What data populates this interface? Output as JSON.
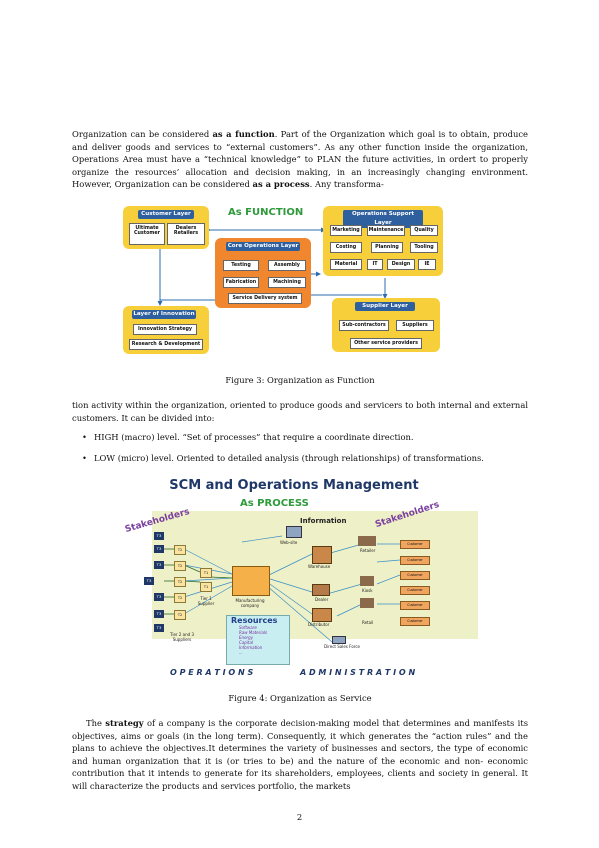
{
  "paragraph1": {
    "t1": "Organization can be considered ",
    "b1": "as a function",
    "t2": ". Part of the Organization which goal is to obtain, produce and deliver goods and services to “external customers”. As any other function inside the organization, Operations Area must have a “technical knowledge” to PLAN the future activities, in ordert to properly organize the resources’ allocation and decision making, in an increasingly changing environment. However, Organization can be considered ",
    "b2": "as a process",
    "t3": ". Any transforma-"
  },
  "figure3": {
    "caption": "Figure 3: Organization as Function",
    "title": "As FUNCTION",
    "customer_layer": {
      "header": "Customer Layer",
      "items": [
        "Ultimate Customer",
        "Dealers Retailers"
      ]
    },
    "core_layer": {
      "header": "Core Operations Layer",
      "items": [
        "Testing",
        "Assembly",
        "Fabrication",
        "Machining",
        "Service Delivery system"
      ]
    },
    "ops_support_layer": {
      "header": "Operations Support Layer",
      "items": [
        "Marketing",
        "Maintenance",
        "Quality",
        "Costing",
        "Planning",
        "Tooling",
        "Material",
        "IT",
        "Design",
        "IE"
      ]
    },
    "innovation_layer": {
      "header": "Layer of Innovation",
      "items": [
        "Innovation Strategy",
        "Research & Development"
      ]
    },
    "supplier_layer": {
      "header": "Supplier Layer",
      "items": [
        "Sub-contractors",
        "Suppliers",
        "Other service providers"
      ]
    }
  },
  "paragraph2": "tion activity within the organization, oriented to produce goods and servicers to both internal and external customers. It can be divided into:",
  "bullets": [
    "HIGH (macro) level. “Set of processes” that require a coordinate direction.",
    "LOW (micro) level. Oriented to detailed analysis (through relationships) of transformations."
  ],
  "figure4": {
    "caption": "Figure 4: Organization as Service",
    "title": "SCM and Operations Management",
    "subtitle": "As PROCESS",
    "stakeholders_left": "Stakeholders",
    "stakeholders_right": "Stakeholders",
    "information": "Information",
    "website": "Web-site",
    "manufacturing": "Manufacturing company",
    "tier1": "Tier 1 Supplier",
    "tier23": "Tier 2 and 3 Suppliers",
    "warehouse": "Warehouse",
    "dealer": "Dealer",
    "distributor": "Distributor",
    "retailer": "Retailer",
    "kiosk": "Kiosk",
    "retail": "Retail",
    "direct_sales": "Direct Sales Force",
    "customer_label": "Customer",
    "resources_title": "Resources",
    "resources_items": [
      "Software",
      "Raw Materials",
      "Energy",
      "Capital",
      "Information",
      "..."
    ],
    "footer_left": "O P E R A T I O N S",
    "footer_right": "A D M I N I S T R A T I O N"
  },
  "paragraph3": {
    "t0": "The ",
    "b1": "strategy",
    "t1": " of a company is the corporate decision-making model that determines and manifests its objectives, aims or goals (in the long term). Consequently, it which generates the “action rules” and the plans to achieve the objectives.It determines the variety of businesses and sectors, the type of economic and human organization that it is (or tries to be) and the nature of the economic and non- economic contribution that it intends to generate for its shareholders, employees, clients and society in general. It will characterize the products and services portfolio, the markets"
  },
  "page_number": "2"
}
